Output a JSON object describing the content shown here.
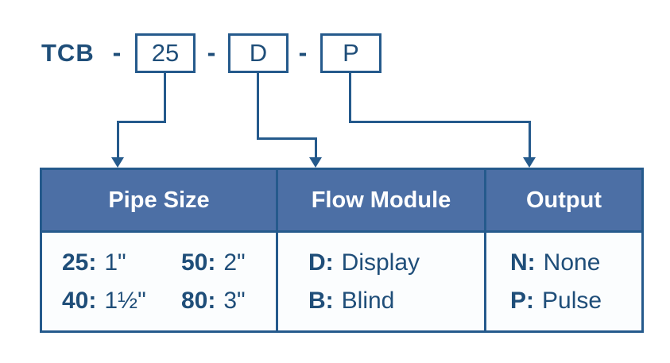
{
  "colors": {
    "text_blue": "#1f4e79",
    "line_blue": "#255a8c",
    "header_fill": "#4c6fa5",
    "header_text": "#ffffff",
    "body_fill": "#fbfdfe"
  },
  "model_code": {
    "prefix": "TCB",
    "separator": "-",
    "segments": [
      "25",
      "D",
      "P"
    ]
  },
  "table": {
    "columns": [
      {
        "header": "Pipe Size",
        "rows": [
          [
            {
              "code": "25:",
              "value": "1\""
            },
            {
              "code": "50:",
              "value": "2\""
            }
          ],
          [
            {
              "code": "40:",
              "value": "1½\""
            },
            {
              "code": "80:",
              "value": "3\""
            }
          ]
        ]
      },
      {
        "header": "Flow Module",
        "rows": [
          [
            {
              "code": "D:",
              "value": "Display"
            }
          ],
          [
            {
              "code": "B:",
              "value": "Blind"
            }
          ]
        ]
      },
      {
        "header": "Output",
        "rows": [
          [
            {
              "code": "N:",
              "value": "None"
            }
          ],
          [
            {
              "code": "P:",
              "value": "Pulse"
            }
          ]
        ]
      }
    ]
  }
}
